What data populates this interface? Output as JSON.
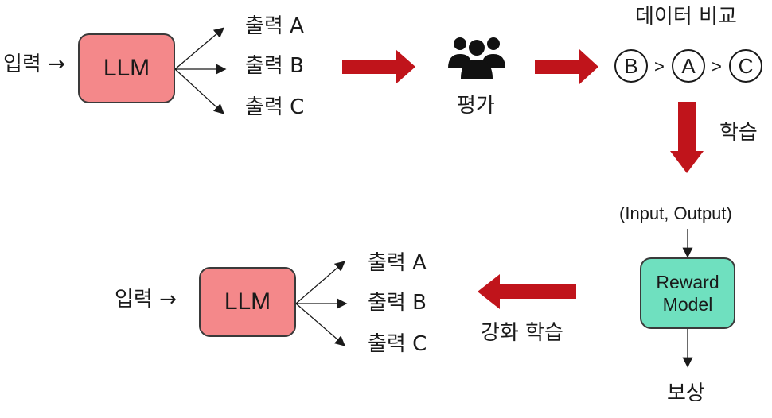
{
  "top": {
    "input_label": "입력 →",
    "llm_label": "LLM",
    "outputs": [
      "출력 A",
      "출력 B",
      "출력 C"
    ],
    "evaluation_label": "평가",
    "compare_title": "데이터 비교",
    "ranking": [
      "B",
      "A",
      "C"
    ],
    "gt_symbol": ">"
  },
  "right": {
    "train_label": "학습",
    "io_label": "(Input, Output)",
    "reward_model_line1": "Reward",
    "reward_model_line2": "Model",
    "reward_label": "보상"
  },
  "bottom": {
    "input_label": "입력 →",
    "llm_label": "LLM",
    "outputs": [
      "출력 A",
      "출력 B",
      "출력 C"
    ],
    "rl_label": "강화 학습"
  },
  "colors": {
    "llm_fill": "#f4888a",
    "reward_model_fill": "#6fe0bf",
    "big_arrow": "#c0141b"
  },
  "icons": {
    "evaluators": "people-group-icon"
  }
}
